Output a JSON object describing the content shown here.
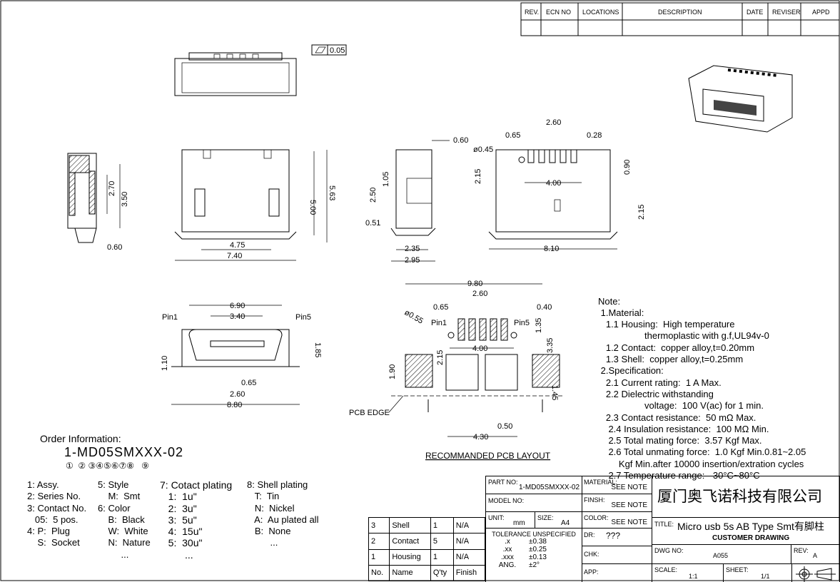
{
  "revision_table": {
    "headers": [
      "REV.",
      "ECN NO",
      "LOCATIONS",
      "DESCRIPTION",
      "DATE",
      "REVISER",
      "APPD"
    ]
  },
  "flatness": "0.05",
  "dims": {
    "side1": [
      "2.70",
      "3.50",
      "0.60"
    ],
    "front": [
      "5.00",
      "5.63",
      "4.75",
      "7.40"
    ],
    "side2": [
      "0.60",
      "1.05",
      "2.50",
      "0.51",
      "2.35",
      "2.95"
    ],
    "rear": [
      "2.60",
      "0.65",
      "0.28",
      "ø0.45",
      "2.15",
      "4.00",
      "0.90",
      "2.15",
      "8.10"
    ],
    "mating": [
      "6.90",
      "3.40",
      "Pin1",
      "Pin5",
      "1.85",
      "1.10",
      "0.65",
      "2.60",
      "8.80"
    ],
    "pcb": [
      "9.80",
      "2.60",
      "0.65",
      "0.40",
      "ø0.55",
      "Pin1",
      "Pin5",
      "1.35",
      "3.35",
      "2.15",
      "4.00",
      "1.90",
      "1.45",
      "PCB EDGE",
      "0.50",
      "4.30"
    ]
  },
  "pcb_layout_title": "RECOMMANDED PCB LAYOUT",
  "notes": [
    "Note:",
    " 1.Material:",
    "   1.1 Housing:  High temperature",
    "                  thermoplastic with g.f,UL94v-0",
    "   1.2 Contact:  copper alloy,t=0.20mm",
    "   1.3 Shell:  copper alloy,t=0.25mm",
    " 2.Specification:",
    "   2.1 Current rating:  1 A Max.",
    "   2.2 Dielectric withstanding",
    "                  voltage:  100 V(ac) for 1 min.",
    "   2.3 Contact resistance:  50 mΩ Max.",
    "    2.4 Insulation resistance:  100 MΩ Min.",
    "    2.5 Total mating force:  3.57 Kgf Max.",
    "    2.6 Total unmating force:  1.0 Kgf Min.0.81~2.05",
    "        Kgf Min.after 10000 insertion/extration cycles",
    "    2.7 Temperature range:  -30°C~80°C"
  ],
  "order": {
    "title": "Order Information:",
    "code": "1-MD05SMXXX-02",
    "markers": "①  ② ③④⑤⑥⑦⑧   ⑨",
    "col1": [
      "1: Assy.",
      "2: Series No.",
      "3: Contact No.",
      "   05:  5 pos.",
      "4: P:  Plug",
      "    S:  Socket"
    ],
    "col2": [
      "5: Style",
      "    M:  Smt",
      "6: Color",
      "    B:  Black",
      "    W:  White",
      "    N:  Nature",
      "         ..."
    ],
    "col3": [
      "7: Cotact plating",
      "   1:  1u\"",
      "   2:  3u\"",
      "   3:  5u\"",
      "   4:  15u\"",
      "   5:  30u\"",
      "         ..."
    ],
    "col4": [
      "8: Shell plating",
      "   T:  Tin",
      "   N:  Nickel",
      "   A:  Au plated all",
      "   B:  None",
      "         ..."
    ]
  },
  "bom": {
    "rows": [
      [
        "3",
        "Shell",
        "1",
        "N/A"
      ],
      [
        "2",
        "Contact",
        "5",
        "N/A"
      ],
      [
        "1",
        "Housing",
        "1",
        "N/A"
      ]
    ],
    "headers": [
      "No.",
      "Name",
      "Q'ty",
      "Finish"
    ]
  },
  "title_block": {
    "part_no_label": "PART NO:",
    "part_no": "1-MD05SMXXX-02",
    "model_no_label": "MODEL NO:",
    "unit_label": "UNIT:",
    "unit": "mm",
    "size_label": "SIZE:",
    "size": "A4",
    "tolerance_title": "TOLERANCE UNSPECIFIED",
    "tolerances": [
      [
        ".x",
        "±0.38"
      ],
      [
        ".xx",
        "±0.25"
      ],
      [
        ".xxx",
        "±0.13"
      ],
      [
        "ANG.",
        "±2°"
      ]
    ],
    "material_label": "MATERIAL:",
    "material": "SEE NOTE",
    "finish_label": "FINSH:",
    "finish": "SEE NOTE",
    "color_label": "COLOR:",
    "color": "SEE NOTE",
    "dr_label": "DR:",
    "dr": "???",
    "chk_label": "CHK:",
    "app_label": "APP:",
    "company": "厦门奥飞诺科技有限公司",
    "title_label": "TITLE:",
    "title": "Micro usb 5s AB Type Smt有脚柱",
    "subtitle": "CUSTOMER DRAWING",
    "dwg_no_label": "DWG NO:",
    "dwg_no": "A055",
    "rev_label": "REV:",
    "rev": "A",
    "scale_label": "SCALE:",
    "scale": "1:1",
    "sheet_label": "SHEET:",
    "sheet": "1/1"
  }
}
